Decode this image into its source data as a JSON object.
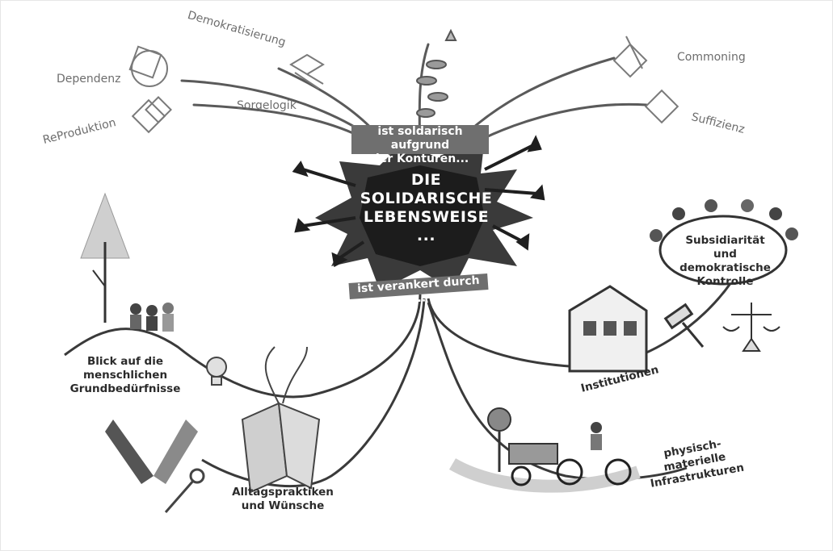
{
  "center": {
    "title_lines": [
      "DIE",
      "SOLIDARISCHE",
      "LEBENSWEISE",
      "..."
    ],
    "banner_top_lines": [
      "ist soldarisch aufgrund",
      "der Konturen..."
    ],
    "banner_bottom": "ist verankert durch ..."
  },
  "contours": {
    "demokratisierung": "Demokratisierung",
    "dependenz": "Dependenz",
    "sorgelogik": "Sorgelogik",
    "reproduktion": "ReProduktion",
    "commoning": "Commoning",
    "suffizienz": "Suffizienz"
  },
  "anchors": {
    "grundbeduerfnisse_lines": [
      "Blick auf die",
      "menschlichen",
      "Grundbedürfnisse"
    ],
    "alltag_lines": [
      "Alltagspraktiken",
      "und Wünsche"
    ],
    "institutionen": "Institutionen",
    "subsidiaritaet_lines": [
      "Subsidiarität",
      "und demokratische",
      "Kontrolle"
    ],
    "infrastruktur_lines": [
      "physisch-",
      "materielle",
      "Infrastrukturen"
    ]
  },
  "colors": {
    "text_grey": "#6d6d6d",
    "dark": "#2b2b2b",
    "banner": "#6f6f6f"
  }
}
